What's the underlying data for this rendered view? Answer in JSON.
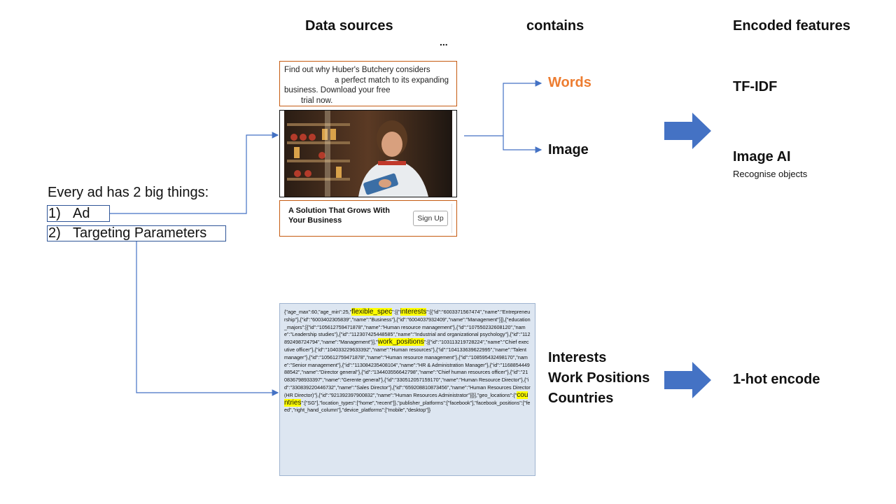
{
  "headers": {
    "data_sources": "Data sources",
    "contains": "contains",
    "encoded": "Encoded features"
  },
  "ellipsis": "...",
  "ad": {
    "line1": "Find out why Huber's Butchery considers",
    "line2": "a perfect match to its expanding",
    "line3": "business. Download your free",
    "line4": "trial now.",
    "headline": "A Solution That Grows With Your Business",
    "signup": "Sign Up"
  },
  "things": {
    "title": "Every ad has 2 big things:",
    "item1_num": "1)",
    "item1": "Ad",
    "item2_num": "2)",
    "item2": "Targeting Parameters"
  },
  "contains": {
    "words": "Words",
    "image": "Image",
    "interests": "Interests",
    "work_positions": "Work Positions",
    "countries": "Countries"
  },
  "features": {
    "tfidf": "TF-IDF",
    "image_ai": "Image AI",
    "image_ai_sub": "Recognise objects",
    "onehot": "1-hot encode"
  },
  "json": {
    "p1": "{\"age_max\":60,\"age_min\":25,\"",
    "k1": "flexible_spec",
    "p2": "\":[{\"",
    "k2": "interests",
    "p3": "\":[{\"id\":\"6003371567474\",\"name\":\"Entrepreneurship\"},{\"id\":\"6003402305839\",\"name\":\"Business\"},{\"id\":\"6004037932409\",\"name\":\"Management\"}]},{\"education_majors\":[{\"id\":\"105612759471878\",\"name\":\"Human resource management\"},{\"id\":\"107550232608120\",\"name\":\"Leadership studies\"},{\"id\":\"112307425448585\",\"name\":\"Industrial and organizational psychology\"},{\"id\":\"112892498724794\",\"name\":\"Management\"}],\"",
    "k3": "work_positions",
    "p4": "\":[{\"id\":\"103113219728224\",\"name\":\"Chief executive officer\"},{\"id\":\"104033229633392\",\"name\":\"Human resources\"},{\"id\":\"104133639622995\",\"name\":\"Talent manager\"},{\"id\":\"105612759471878\",\"name\":\"Human resource management\"},{\"id\":\"108595432498170\",\"name\":\"Senior management\"},{\"id\":\"113084235408104\",\"name\":\"HR & Administration Manager\"},{\"id\":\"116885444988542\",\"name\":\"Director general\"},{\"id\":\"134403556642798\",\"name\":\"Chief human resources officer\"},{\"id\":\"210836798933397\",\"name\":\"Gerente general\"},{\"id\":\"330512057159170\",\"name\":\"Human Resource Director\"},{\"id\":\"330839220446732\",\"name\":\"Sales Director\"},{\"id\":\"659208810873456\",\"name\":\"Human Resources Director (HR Director)\"},{\"id\":\"921392397900832\",\"name\":\"Human Resources Administrator\"}]}],\"geo_locations\":{\"",
    "k4": "countries",
    "p5": "\":[\"SG\"],\"location_types\":[\"home\",\"recent\"]},\"publisher_platforms\":[\"facebook\"],\"facebook_positions\":[\"feed\",\"right_hand_column\"],\"device_platforms\":[\"mobile\",\"desktop\"]}"
  },
  "colors": {
    "arrow_fill": "#4472c4",
    "line": "#4472c4",
    "words": "#ed7d31",
    "ad_border": "#c55a11",
    "json_bg": "#dde6f1"
  }
}
